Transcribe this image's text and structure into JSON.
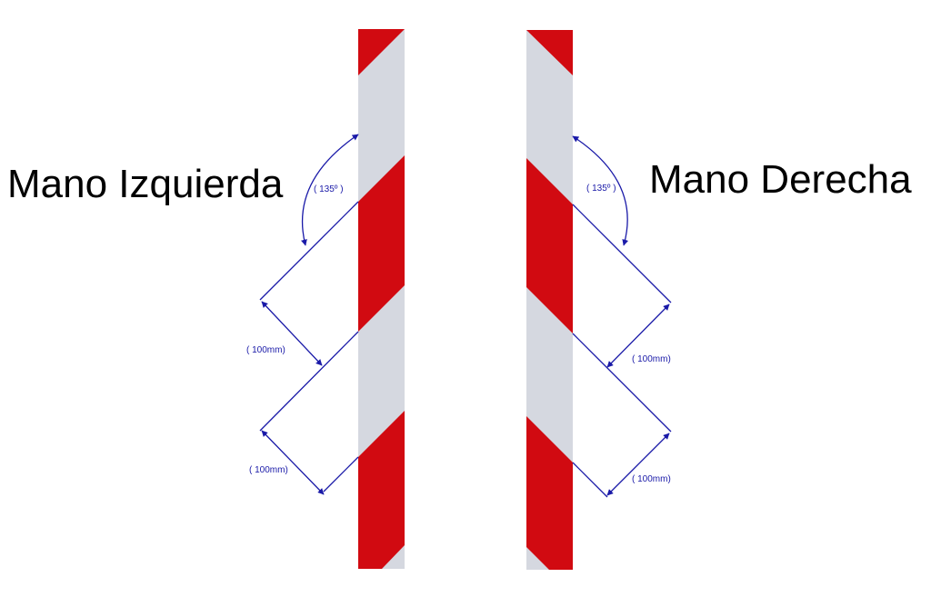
{
  "labels": {
    "left_title": "Mano Izquierda",
    "right_title": "Mano Derecha",
    "angle_left": "( 135º )",
    "angle_right": "( 135º )",
    "width_left_1": "( 100mm)",
    "width_left_2": "( 100mm)",
    "width_right_1": "( 100mm)",
    "width_right_2": "( 100mm)"
  },
  "diagram": {
    "stripe_angle_deg": 135,
    "stripe_width_mm": 100
  },
  "colors": {
    "red": "#d10a11",
    "grey": "#d5d8e0",
    "dimension": "#1a1aa8",
    "text": "#000000"
  }
}
